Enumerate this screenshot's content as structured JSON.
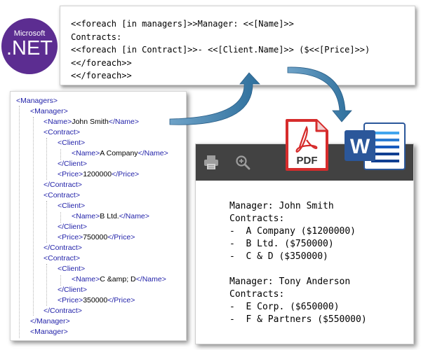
{
  "logo": {
    "brand_small": "Microsoft",
    "brand_big": ".NET"
  },
  "template_lines": [
    "<<foreach [in managers]>>Manager: <<[Name]>>",
    "Contracts:",
    "<<foreach [in Contract]>>- <<[Client.Name]>> ($<<[Price]>>)",
    "<</foreach>>",
    "<</foreach>>"
  ],
  "xml": {
    "managers_open": "<Managers>",
    "manager_open": "<Manager>",
    "name": {
      "open": "<Name>",
      "value": "John Smith",
      "close": "</Name>"
    },
    "contracts": [
      {
        "client_name": "A Company",
        "price": "1200000"
      },
      {
        "client_name": "B Ltd.",
        "price": "750000"
      },
      {
        "client_name": "C &amp; D",
        "price": "350000"
      }
    ],
    "contract_open": "<Contract>",
    "contract_close": "</Contract>",
    "client_open": "<Client>",
    "client_close": "</Client>",
    "name_open": "<Name>",
    "name_close": "</Name>",
    "price_open": "<Price>",
    "price_close": "</Price>",
    "manager_close": "</Manager>",
    "next_manager_open": "<Manager>"
  },
  "file_icons": {
    "pdf_label": "PDF",
    "word_label": "W"
  },
  "toolbar": {
    "print_icon": "printer-icon",
    "zoom_icon": "zoom-icon"
  },
  "result": {
    "block1": [
      "Manager: John Smith",
      "Contracts:",
      "-  A Company ($1200000)",
      "-  B Ltd. ($750000)",
      "-  C & D ($350000)"
    ],
    "block2": [
      "Manager: Tony Anderson",
      "Contracts:",
      "-  E Corp. ($650000)",
      "-  F & Partners ($550000)"
    ]
  },
  "colors": {
    "dotnet_purple": "#5c2d91",
    "arrow_blue": "#2e6f9c",
    "pdf_red": "#d62c2c",
    "word_blue": "#2b579a",
    "xml_tag": "#1f1fa8",
    "toolbar": "#424242"
  }
}
